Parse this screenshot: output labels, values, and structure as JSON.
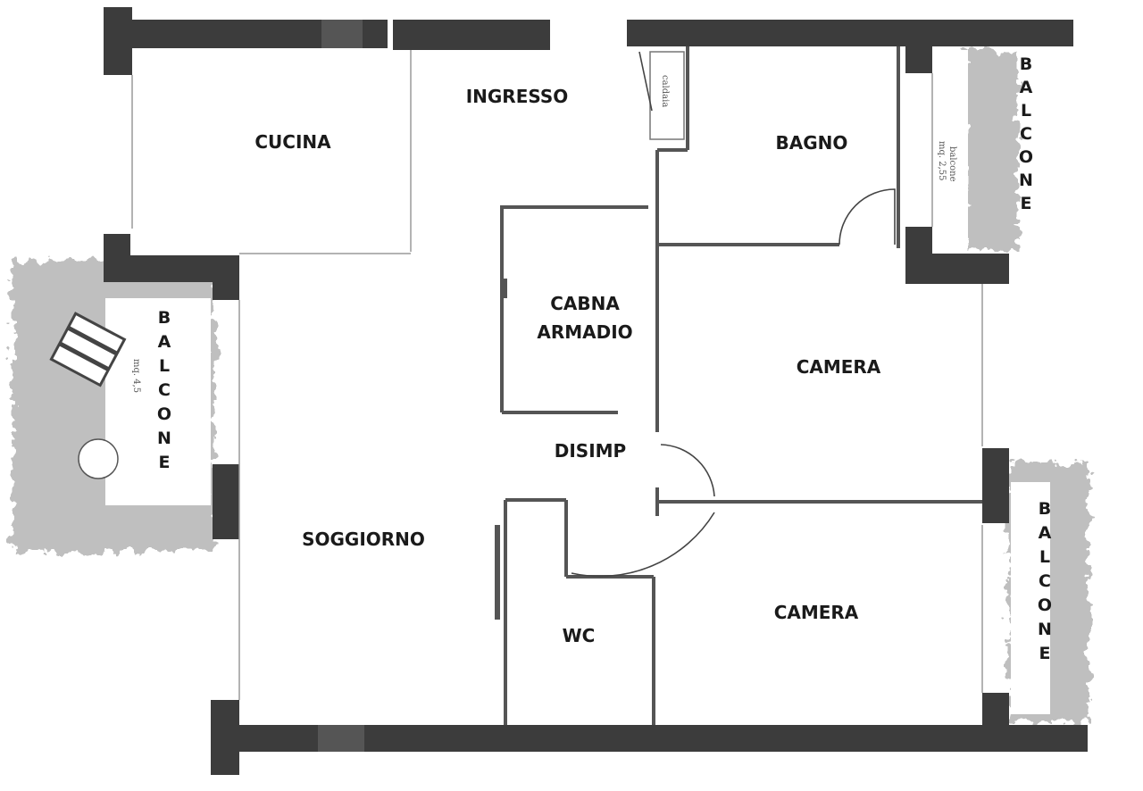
{
  "rooms": {
    "cucina": "CUCINA",
    "ingresso": "INGRESSO",
    "bagno": "BAGNO",
    "cabina_line1": "CABNA",
    "cabina_line2": "ARMADIO",
    "camera_1": "CAMERA",
    "disimp": "DISIMP",
    "soggiorno": "SOGGIORNO",
    "wc": "WC",
    "camera_2": "CAMERA"
  },
  "balconies": {
    "east_upper": "BALCONE",
    "west": "BALCONE",
    "east_lower": "BALCONE"
  },
  "notes": {
    "caldaia": "caldaia",
    "balcone_small": "balcone",
    "balcone_area_upper": "mq. 2,55",
    "balcone_area_west": "mq. 4,5"
  },
  "colors": {
    "wall": "#3c3c3c",
    "vegetation": "#8c8c8c"
  }
}
